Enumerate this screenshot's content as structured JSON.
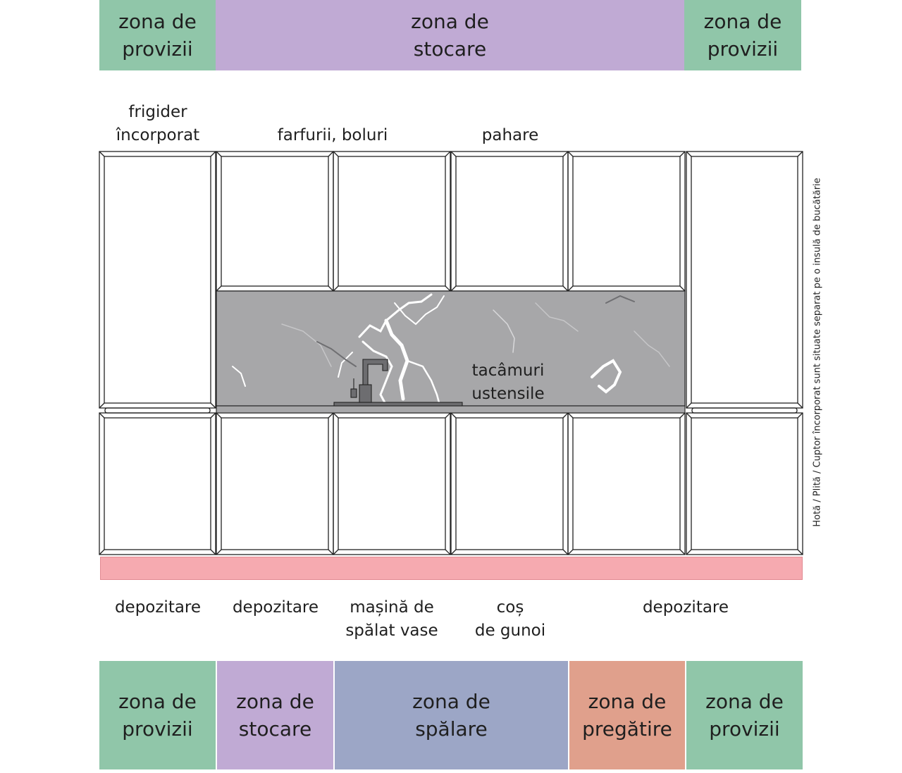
{
  "colors": {
    "provizii": "#90c6a9",
    "stocare": "#c0aad4",
    "spalare": "#9ca6c6",
    "pregatire": "#e0a08c",
    "strip": "#f6aab0"
  },
  "top_zones": [
    {
      "label": "zona de\nprovizii",
      "color_key": "provizii"
    },
    {
      "label": "zona de\nstocare",
      "color_key": "stocare"
    },
    {
      "label": "zona de\nprovizii",
      "color_key": "provizii"
    }
  ],
  "upper_labels": {
    "fridge": "frigider\nîncorporat",
    "plates": "farfurii, boluri",
    "glasses": "pahare"
  },
  "backsplash_label": "tacâmuri\nustensile",
  "side_note": "Hotă / Plită / Cuptor încorporat sunt situate separat pe o insulă de bucătărie",
  "lower_labels": {
    "storage_1": "depozitare",
    "storage_2": "depozitare",
    "dishwasher": "mașină de\nspălat vase",
    "bin": "coș\nde gunoi",
    "storage_3": "depozitare"
  },
  "bottom_zones": [
    {
      "label": "zona de\nprovizii",
      "color_key": "provizii"
    },
    {
      "label": "zona de\nstocare",
      "color_key": "stocare"
    },
    {
      "label": "zona de\nspălare",
      "color_key": "spalare"
    },
    {
      "label": "zona de\npregătire",
      "color_key": "pregatire"
    },
    {
      "label": "zona de\nprovizii",
      "color_key": "provizii"
    }
  ]
}
